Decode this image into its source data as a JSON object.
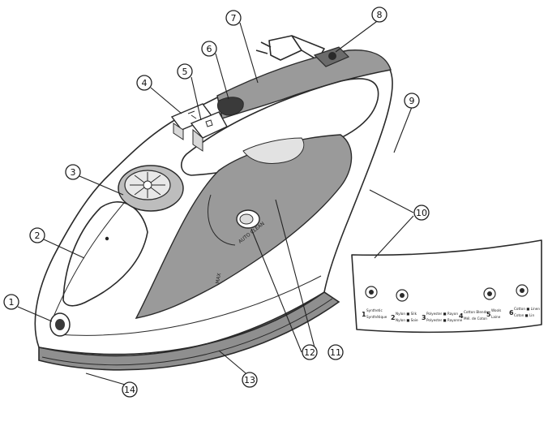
{
  "callouts": [
    {
      "n": "1",
      "glyph": "①"
    },
    {
      "n": "2",
      "glyph": "②"
    },
    {
      "n": "3",
      "glyph": "③"
    },
    {
      "n": "4",
      "glyph": "④"
    },
    {
      "n": "5",
      "glyph": "⑤"
    },
    {
      "n": "6",
      "glyph": "⑥"
    },
    {
      "n": "7",
      "glyph": "⑦"
    },
    {
      "n": "8",
      "glyph": "⑧"
    },
    {
      "n": "9",
      "glyph": "⑨"
    },
    {
      "n": "10",
      "glyph": "⑩"
    },
    {
      "n": "11",
      "glyph": "⑪"
    },
    {
      "n": "12",
      "glyph": "⑫"
    },
    {
      "n": "13",
      "glyph": "⑬"
    },
    {
      "n": "14",
      "glyph": "⑭"
    }
  ],
  "handle_label": "AUTO CLEAN",
  "body_label": "MAX",
  "settings_panel": [
    {
      "num": "1",
      "line1": "Synthetic",
      "line2": "Synthétique"
    },
    {
      "num": "2",
      "line1": "Nylon ■ Silk",
      "line2": "Nylon ■ Soie"
    },
    {
      "num": "3",
      "line1": "Polyester ■ Rayon",
      "line2": "Polyester ■ Rayonne"
    },
    {
      "num": "4",
      "line1": "Cotton Blends",
      "line2": "Mél. de Coton"
    },
    {
      "num": "5",
      "line1": "Wools",
      "line2": "Laine"
    },
    {
      "num": "6",
      "line1": "Cotton ■ Linen",
      "line2": "Coton ■ Lin"
    }
  ],
  "colors": {
    "ink": "#2a2a2a",
    "grey_panel": "#9a9a9a",
    "dark_grey": "#555555",
    "light_grey": "#cfcfcf"
  }
}
